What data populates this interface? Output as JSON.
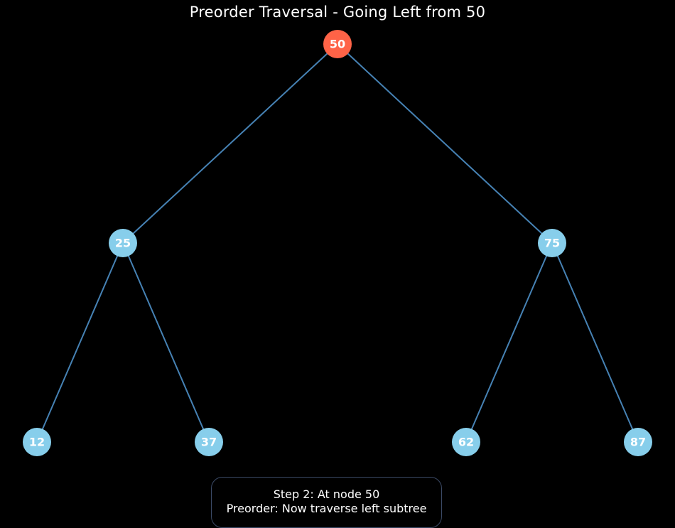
{
  "title": "Preorder Traversal - Going Left from 50",
  "colors": {
    "background": "#000000",
    "node_default": "#87ceeb",
    "node_current": "#ff6347",
    "edge": "#4682b4",
    "text": "#ffffff",
    "status_border": "#3b4a66"
  },
  "tree": {
    "current": "50",
    "nodes": [
      {
        "id": "n50",
        "label": "50"
      },
      {
        "id": "n25",
        "label": "25"
      },
      {
        "id": "n75",
        "label": "75"
      },
      {
        "id": "n12",
        "label": "12"
      },
      {
        "id": "n37",
        "label": "37"
      },
      {
        "id": "n62",
        "label": "62"
      },
      {
        "id": "n87",
        "label": "87"
      }
    ],
    "edges": [
      {
        "from": "n50",
        "to": "n25"
      },
      {
        "from": "n50",
        "to": "n75"
      },
      {
        "from": "n25",
        "to": "n12"
      },
      {
        "from": "n25",
        "to": "n37"
      },
      {
        "from": "n75",
        "to": "n62"
      },
      {
        "from": "n75",
        "to": "n87"
      }
    ]
  },
  "status": {
    "step": "Step 2: At node 50",
    "description": "Preorder: Now traverse left subtree"
  }
}
